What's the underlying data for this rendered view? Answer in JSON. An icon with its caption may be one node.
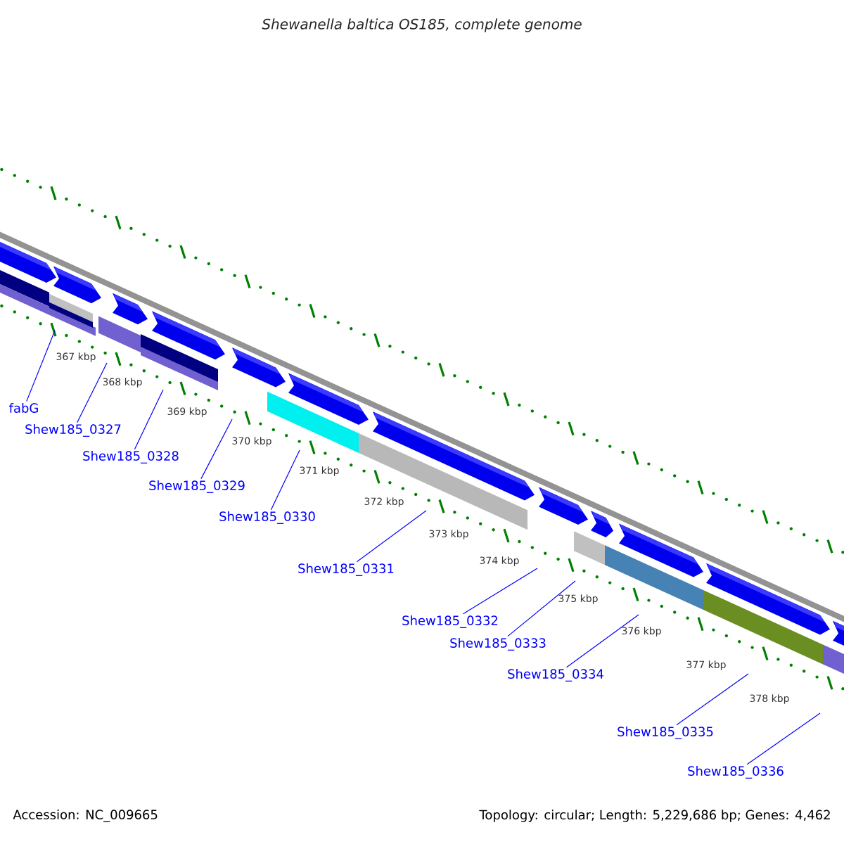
{
  "diagram": {
    "title": "Shewanella baltica OS185, complete genome",
    "nodes": [
      {
        "text": [
          "fabG"
        ]
      },
      {
        "text": [
          "Shew185_0327"
        ]
      },
      {
        "text": [
          "Shew185_0328"
        ]
      },
      {
        "text": [
          "Shew185_0329"
        ]
      },
      {
        "text": [
          "Shew185_0330"
        ]
      },
      {
        "text": [
          "Shew185_0331"
        ]
      },
      {
        "text": [
          "Shew185_0332"
        ]
      },
      {
        "text": [
          "Shew185_0333"
        ]
      },
      {
        "text": [
          "Shew185_0334"
        ]
      },
      {
        "text": [
          "Shew185_0335"
        ]
      },
      {
        "text": [
          "Shew185_0336"
        ]
      }
    ],
    "edges": [
      {
        "from": 0,
        "to": null,
        "arrow": "none"
      },
      {
        "from": 1,
        "to": null,
        "arrow": "none"
      },
      {
        "from": 2,
        "to": null,
        "arrow": "none"
      },
      {
        "from": 3,
        "to": null,
        "arrow": "none"
      },
      {
        "from": 4,
        "to": null,
        "arrow": "none"
      },
      {
        "from": 5,
        "to": null,
        "arrow": "none"
      },
      {
        "from": 6,
        "to": null,
        "arrow": "none"
      },
      {
        "from": 7,
        "to": null,
        "arrow": "none"
      },
      {
        "from": 8,
        "to": null,
        "arrow": "none"
      },
      {
        "from": 9,
        "to": null,
        "arrow": "none"
      },
      {
        "from": 10,
        "to": null,
        "arrow": "none"
      }
    ],
    "labels": [
      "367 kbp",
      "368 kbp",
      "369 kbp",
      "370 kbp",
      "371 kbp",
      "372 kbp",
      "373 kbp",
      "374 kbp",
      "375 kbp",
      "376 kbp",
      "377 kbp",
      "378 kbp",
      "Accession: NC_009665",
      "Topology: circular; Length: 5,229,686 bp; Genes: 4,462"
    ]
  }
}
